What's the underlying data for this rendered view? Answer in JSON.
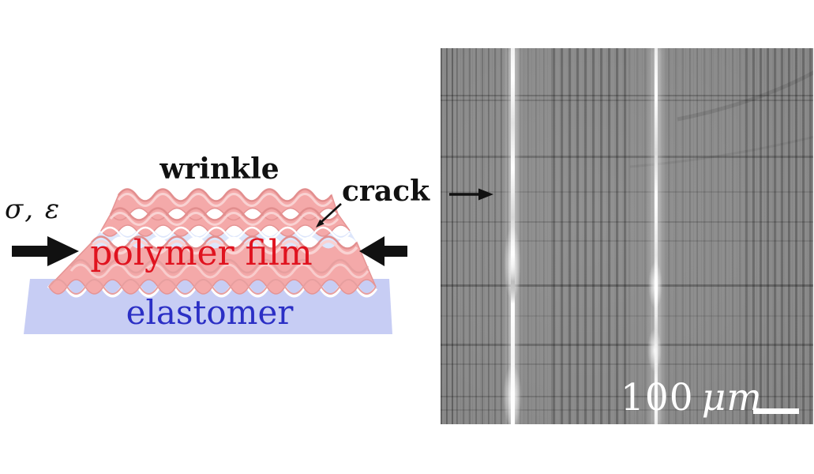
{
  "figure": {
    "schematic": {
      "labels": {
        "wrinkle": "wrinkle",
        "crack": "crack",
        "stress_strain": "σ, ε",
        "polymer_film": "polymer film",
        "elastomer": "elastomer"
      },
      "colors": {
        "film_pink": "#f4a9a9",
        "film_outline_pink": "#e59494",
        "crack_gap_blue": "#dde6fb",
        "elastomer_lavender": "#c7cdf4",
        "polymer_film_label_red": "#e0131f",
        "elastomer_label_blue": "#2b2fc5",
        "annotation_black": "#111111"
      }
    },
    "micrograph": {
      "scale_bar": {
        "value": "100",
        "unit": "μm"
      },
      "background_gray": "#8d8d8d",
      "crack_highlight_white": "#ffffff"
    }
  }
}
